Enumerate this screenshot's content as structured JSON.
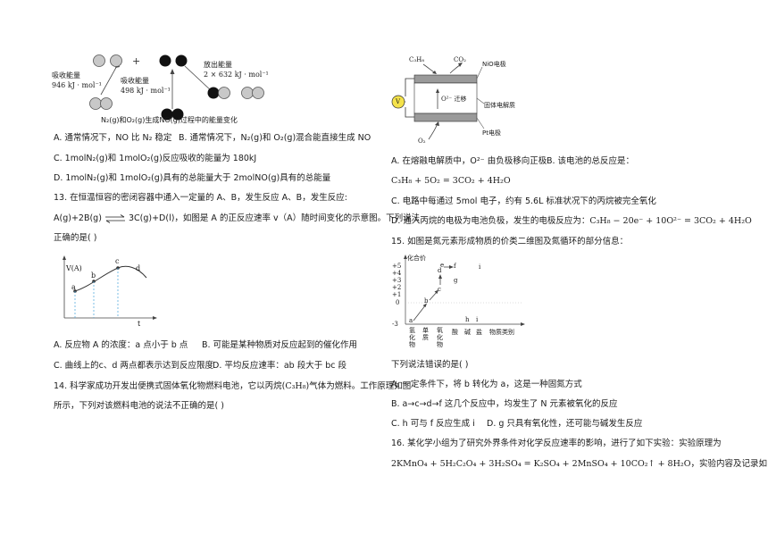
{
  "left": {
    "fig12": {
      "absorb1_label": "吸收能量",
      "absorb1_value": "946 kJ · mol⁻¹",
      "absorb2_label": "吸收能量",
      "absorb2_value": "498 kJ · mol⁻¹",
      "release_label": "放出能量",
      "release_value": "2 × 632 kJ · mol⁻¹",
      "plus": "+",
      "caption": "N₂(g)和O₂(g)生成NO(g)过程中的能量变化"
    },
    "q12": {
      "a": "A. 通常情况下，NO 比 N₂ 稳定",
      "b": "B. 通常情况下，N₂(g)和 O₂(g)混合能直接生成 NO",
      "c": "C. 1molN₂(g)和 1molO₂(g)反应吸收的能量为 180kJ",
      "d": "D. 1molN₂(g)和 1molO₂(g)具有的总能量大于 2molNO(g)具有的总能量"
    },
    "q13": {
      "stem": "13. 在恒温恒容的密闭容器中通入一定量的 A、B，发生反应 A、B，发生反应:",
      "eq_left": "A(g)+2B(g)",
      "eq_right": "3C(g)+D(l)，如图是 A 的正反应速率 v（A）随时间变化的示意图。下列说法",
      "stem3": "正确的是(      )",
      "graph_ylabel": "V(A)",
      "graph_xlabel": "t",
      "pt_a": "a",
      "pt_b": "b",
      "pt_c": "c",
      "pt_d": "d",
      "a": "A. 反应物 A 的浓度：a 点小于 b 点",
      "b": "B. 可能是某种物质对反应起到的催化作用",
      "c": "C. 曲线上的c、d 两点都表示达到反应限度",
      "d": "D. 平均反应速率：ab 段大于 bc 段"
    },
    "q14": {
      "stem1a": "14. 科学家成功开发出便携式固体氧化物燃料电池，它以丙烷(",
      "stem1b": "C₃H₈",
      "stem1c": ")气体为燃料。工作原理如图",
      "stem2": "所示，下列对该燃料电池的说法不正确的是(      )"
    }
  },
  "right": {
    "fig14": {
      "c3h8": "C₃H₈",
      "co2": "CO₂",
      "nio": "NiO电极",
      "o2_migrate": "O²⁻ 迁移",
      "electrolyte": "固体电解质",
      "pt": "Pt电极",
      "o2": "O₂",
      "v": "V"
    },
    "q14opts": {
      "a": "A. 在熔融电解质中，O²⁻ 由负极移向正极",
      "b": "B. 该电池的总反应是：",
      "eq": "C₃H₈ + 5O₂ = 3CO₂ + 4H₂O",
      "c": "C. 电路中每通过 5mol 电子，约有 5.6L 标准状况下的丙烷被完全氧化",
      "d_text": "D. 通入丙烷的电极为电池负极，发生的电极反应为：",
      "d_eq": "C₃H₈ − 20e⁻ + 10O²⁻ = 3CO₂ + 4H₂O"
    },
    "q15": {
      "stem": "15. 如图是氮元素形成物质的价类二维图及氮循环的部分信息：",
      "ylabel": "化合价",
      "yticks": [
        "+5",
        "+4",
        "+3",
        "+2",
        "+1",
        "0",
        "-3"
      ],
      "xcats": [
        "氢化物",
        "单质",
        "氧化物",
        "酸",
        "碱",
        "盐"
      ],
      "xlabel": "物质类别",
      "points": [
        "a",
        "b",
        "c",
        "d",
        "e",
        "f",
        "g",
        "h",
        "i",
        "i"
      ],
      "tail": "下列说法错误的是(      )",
      "a": "A. 一定条件下，将 b 转化为 a，这是一种固氮方式",
      "b": "B. a→c→d→f 这几个反应中，均发生了 N 元素被氧化的反应",
      "c": "C. h 可与 f 反应生成 i",
      "d": "D. g 只具有氧化性，还可能与碱发生反应"
    },
    "q16": {
      "stem": "16. 某化学小组为了研究外界条件对化学反应速率的影响，进行了如下实验：实验原理为",
      "eq": "2KMnO₄ + 5H₂C₂O₄ + 3H₂SO₄ = K₂SO₄ + 2MnSO₄ + 10CO₂↑ + 8H₂O",
      "tail": "，实验内容及记录如"
    }
  }
}
